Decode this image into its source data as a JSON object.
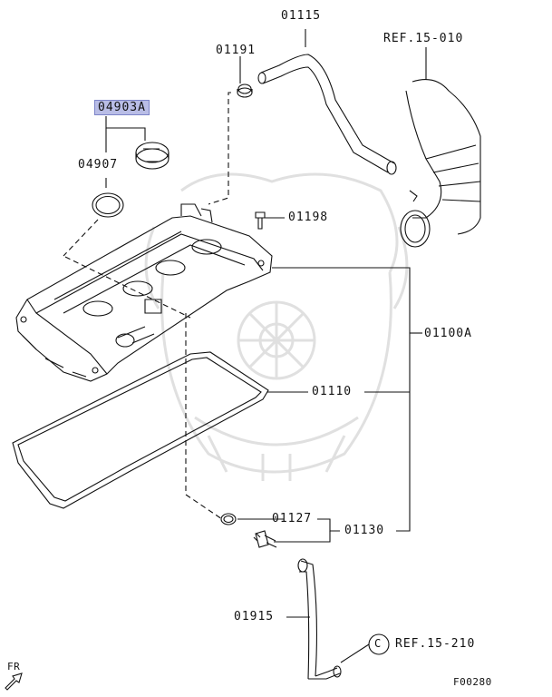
{
  "labels": {
    "p04903a": "04903A",
    "p04907": "04907",
    "p01191": "01191",
    "p01115": "01115",
    "ref_15_010": "REF.15-010",
    "p01198": "01198",
    "p01100a": "01100A",
    "p01110": "01110",
    "p01127": "01127",
    "p01130": "01130",
    "p01915": "01915",
    "ref_15_210": "REF.15-210",
    "ref_symbol": "C",
    "fr": "FR",
    "figure_code": "F00280"
  },
  "colors": {
    "line": "#111111",
    "highlight": "#b9bde6",
    "watermark": "#e2e2e2"
  }
}
